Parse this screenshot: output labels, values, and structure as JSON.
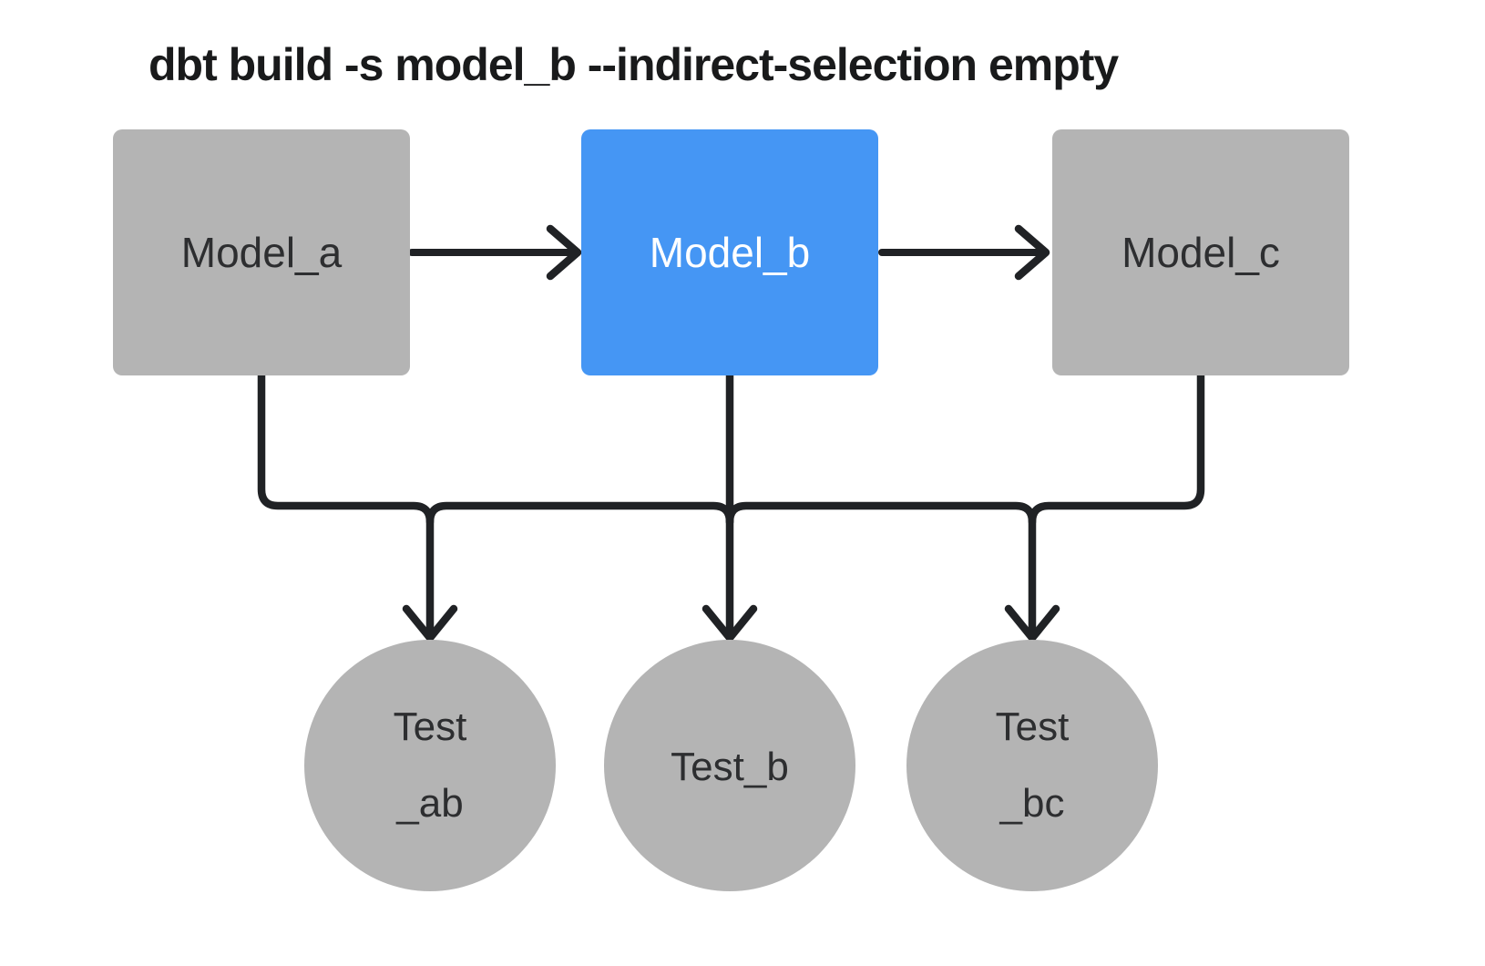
{
  "title": "dbt build -s model_b --indirect-selection empty",
  "diagram": {
    "models": [
      {
        "id": "model_a",
        "label": "Model_a",
        "selected": false
      },
      {
        "id": "model_b",
        "label": "Model_b",
        "selected": true
      },
      {
        "id": "model_c",
        "label": "Model_c",
        "selected": false
      }
    ],
    "tests": [
      {
        "id": "test_ab",
        "line1": "Test",
        "line2": "_ab"
      },
      {
        "id": "test_b",
        "line1": "Test_b",
        "line2": ""
      },
      {
        "id": "test_bc",
        "line1": "Test",
        "line2": "_bc"
      }
    ],
    "edges": [
      {
        "from": "model_a",
        "to": "model_b"
      },
      {
        "from": "model_b",
        "to": "model_c"
      },
      {
        "from": "model_a",
        "to": "test_ab"
      },
      {
        "from": "model_b",
        "to": "test_ab"
      },
      {
        "from": "model_b",
        "to": "test_b"
      },
      {
        "from": "model_b",
        "to": "test_bc"
      },
      {
        "from": "model_c",
        "to": "test_bc"
      }
    ],
    "colors": {
      "background": "#ffffff",
      "node_gray": "#b4b4b4",
      "selected_blue": "#4596f4",
      "line": "#202225",
      "text_dark": "#2d2e30",
      "title_dark": "#191a1b",
      "text_light": "#ffffff"
    }
  }
}
